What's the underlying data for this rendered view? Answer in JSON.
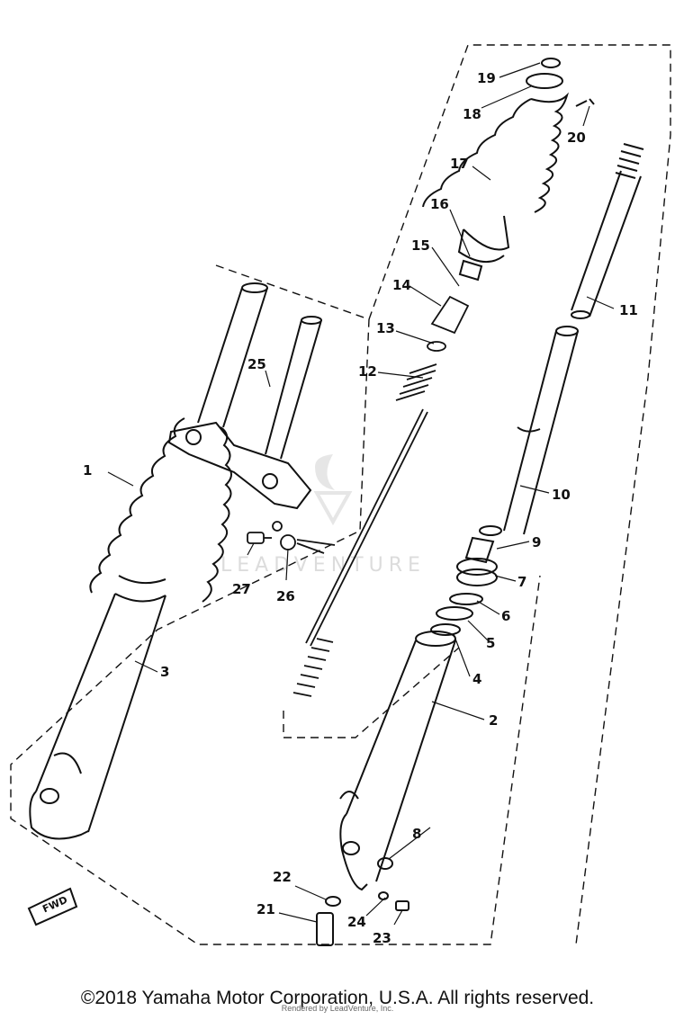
{
  "diagram": {
    "callouts": [
      {
        "id": "1",
        "label": "1"
      },
      {
        "id": "2",
        "label": "2"
      },
      {
        "id": "3",
        "label": "3"
      },
      {
        "id": "4",
        "label": "4"
      },
      {
        "id": "5",
        "label": "5"
      },
      {
        "id": "6",
        "label": "6"
      },
      {
        "id": "7",
        "label": "7"
      },
      {
        "id": "8",
        "label": "8"
      },
      {
        "id": "9",
        "label": "9"
      },
      {
        "id": "10",
        "label": "10"
      },
      {
        "id": "11",
        "label": "11"
      },
      {
        "id": "12",
        "label": "12"
      },
      {
        "id": "13",
        "label": "13"
      },
      {
        "id": "14",
        "label": "14"
      },
      {
        "id": "15",
        "label": "15"
      },
      {
        "id": "16",
        "label": "16"
      },
      {
        "id": "17",
        "label": "17"
      },
      {
        "id": "18",
        "label": "18"
      },
      {
        "id": "19",
        "label": "19"
      },
      {
        "id": "20",
        "label": "20"
      },
      {
        "id": "21",
        "label": "21"
      },
      {
        "id": "22",
        "label": "22"
      },
      {
        "id": "23",
        "label": "23"
      },
      {
        "id": "24",
        "label": "24"
      },
      {
        "id": "25",
        "label": "25"
      },
      {
        "id": "26",
        "label": "26"
      },
      {
        "id": "27",
        "label": "27"
      }
    ],
    "direction_badge": "FWD",
    "watermark": "LEADVENTURE"
  },
  "footer": {
    "copyright": "©2018 Yamaha Motor Corporation, U.S.A. All rights reserved.",
    "render_note": "Rendered by LeadVenture, Inc."
  }
}
